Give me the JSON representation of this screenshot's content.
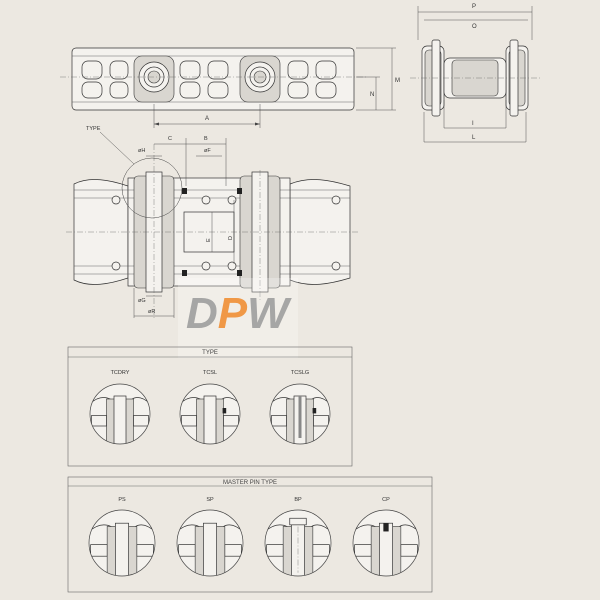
{
  "logo": {
    "text": "DPW",
    "colors": {
      "d": "#9a9a9a",
      "p": "#f08a2a",
      "w": "#9a9a9a"
    }
  },
  "top_view_dims": {
    "a": "A",
    "n": "N",
    "m": "M"
  },
  "side_view_dims": {
    "p": "P",
    "o": "O",
    "i": "I",
    "l": "L"
  },
  "section_dims": {
    "type": "TYPE",
    "c": "C",
    "b": "B",
    "h": "øH",
    "f": "øF",
    "e": "E",
    "d": "D",
    "g": "øG",
    "r": "øR"
  },
  "type_box": {
    "title": "TYPE",
    "items": [
      "TCDRY",
      "TCSL",
      "TCSLG"
    ]
  },
  "master_pin_box": {
    "title": "MASTER PIN TYPE",
    "items": [
      "PS",
      "SP",
      "BP",
      "CP"
    ]
  }
}
